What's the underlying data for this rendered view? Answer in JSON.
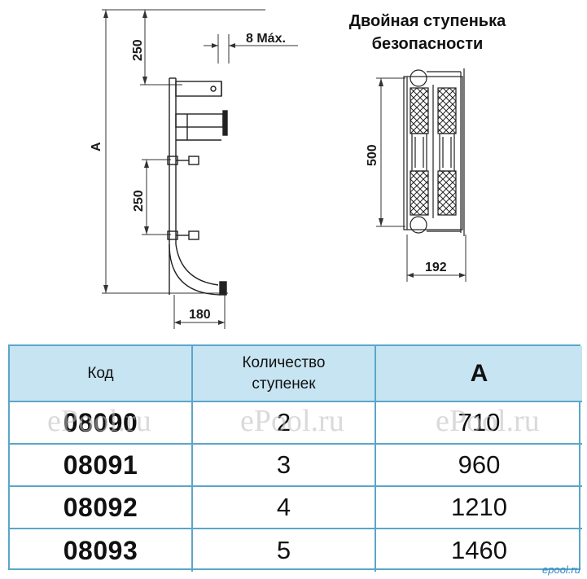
{
  "diagram": {
    "title": "Двойная ступенька безопасности",
    "dim_top_step": "250",
    "dim_mid_step": "250",
    "dim_max_gap": "8 Máx.",
    "dim_total": "A",
    "dim_depth": "180",
    "dim_height": "500",
    "dim_width": "192"
  },
  "table": {
    "headers": [
      "Код",
      "Количество ступенек",
      "A"
    ],
    "rows": [
      {
        "code": "08090",
        "steps": "2",
        "a": "710"
      },
      {
        "code": "08091",
        "steps": "3",
        "a": "960"
      },
      {
        "code": "08092",
        "steps": "4",
        "a": "1210"
      },
      {
        "code": "08093",
        "steps": "5",
        "a": "1460"
      }
    ]
  },
  "watermark": "ePool.ru",
  "corner_watermark": "epool.ru",
  "colors": {
    "table_border": "#5aa6c9",
    "header_bg": "#c7e4f2",
    "line": "#333333"
  }
}
